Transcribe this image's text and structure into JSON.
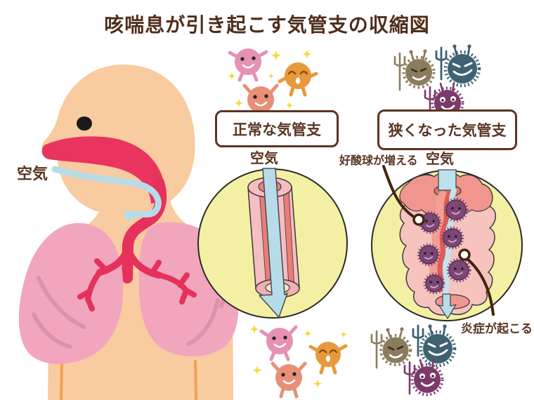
{
  "title": "咳喘息が引き起こす気管支の収縮図",
  "left_figure": {
    "air_label": "空気"
  },
  "normal_panel": {
    "heading": "正常な気管支",
    "air_label": "空気"
  },
  "narrowed_panel": {
    "heading": "狭くなった気管支",
    "air_label": "空気",
    "callout_eosinophil": "好酸球が増える",
    "callout_inflammation": "炎症が起こる"
  },
  "illustrations": {
    "left": "person-profile-with-lungs-and-airway",
    "normal_circle": "open-bronchial-tube-with-air-arrow",
    "narrowed_circle": "constricted-bronchial-tube-with-eosinophils",
    "friendly_cells": [
      "pink",
      "orange",
      "salmon"
    ],
    "germs": [
      "brown",
      "teal",
      "purple"
    ]
  },
  "palette": {
    "title_brown": "#4F2D1A",
    "label_brown": "#5A3423",
    "skin": "#F9CBA0",
    "lung_pink": "#F1A6BE",
    "airway_red": "#E5315B",
    "air_blue": "#B7DCE9",
    "panel_yellow": "#F4F0A3",
    "bronchus_pink": "#F6C3BF",
    "bronchus_salmon": "#F1968E",
    "eosinophil_purple": "#7B4873",
    "germ_brown": "#8C7C5E",
    "germ_teal": "#3E6272",
    "germ_purple": "#7C3A6B",
    "cell_pink": "#E691B4",
    "cell_orange": "#E79A3C",
    "cell_salmon": "#E78F77",
    "sparkle_yellow": "#F6D839"
  }
}
